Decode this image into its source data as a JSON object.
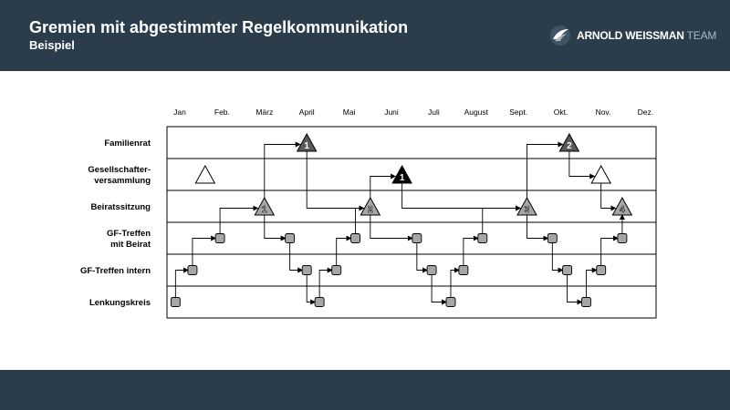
{
  "header": {
    "title": "Gremien mit abgestimmter Regelkommunikation",
    "subtitle": "Beispiel",
    "logo": {
      "name": "ARNOLD WEISSMAN",
      "suffix": "TEAM",
      "icon": "wing-logo-icon"
    }
  },
  "timeline": {
    "months": [
      "Jan",
      "Feb.",
      "März",
      "April",
      "Mai",
      "Juni",
      "Juli",
      "August",
      "Sept.",
      "Okt.",
      "Nov.",
      "Dez."
    ],
    "rows": [
      {
        "label_lines": [
          "Familienrat"
        ]
      },
      {
        "label_lines": [
          "Gesellschafter-",
          "versammlung"
        ]
      },
      {
        "label_lines": [
          "Beiratssitzung"
        ]
      },
      {
        "label_lines": [
          "GF-Treffen",
          "mit Beirat"
        ]
      },
      {
        "label_lines": [
          "GF-Treffen intern"
        ]
      },
      {
        "label_lines": [
          "Lenkungskreis"
        ]
      }
    ],
    "triangle_markers": [
      {
        "row": 1,
        "month": 0.6,
        "fill": "#ffffff",
        "number": ""
      },
      {
        "row": 2,
        "month": 2.0,
        "fill": "#a6a6a6",
        "number": "1"
      },
      {
        "row": 0,
        "month": 3.0,
        "fill": "#595959",
        "number": "1"
      },
      {
        "row": 2,
        "month": 4.5,
        "fill": "#a6a6a6",
        "number": "2"
      },
      {
        "row": 1,
        "month": 5.25,
        "fill": "#000000",
        "number": "1"
      },
      {
        "row": 2,
        "month": 8.2,
        "fill": "#a6a6a6",
        "number": "3"
      },
      {
        "row": 0,
        "month": 9.2,
        "fill": "#595959",
        "number": "2"
      },
      {
        "row": 1,
        "month": 9.95,
        "fill": "#ffffff",
        "number": ""
      },
      {
        "row": 2,
        "month": 10.45,
        "fill": "#a6a6a6",
        "number": "4"
      }
    ],
    "square_markers": [
      {
        "row": 5,
        "month": -0.1
      },
      {
        "row": 4,
        "month": 0.3
      },
      {
        "row": 3,
        "month": 0.95
      },
      {
        "row": 3,
        "month": 2.6
      },
      {
        "row": 4,
        "month": 3.0
      },
      {
        "row": 5,
        "month": 3.3
      },
      {
        "row": 4,
        "month": 3.7
      },
      {
        "row": 3,
        "month": 4.15
      },
      {
        "row": 3,
        "month": 5.6
      },
      {
        "row": 4,
        "month": 5.95
      },
      {
        "row": 5,
        "month": 6.4
      },
      {
        "row": 4,
        "month": 6.7
      },
      {
        "row": 3,
        "month": 7.15
      },
      {
        "row": 3,
        "month": 8.8
      },
      {
        "row": 4,
        "month": 9.15
      },
      {
        "row": 5,
        "month": 9.6
      },
      {
        "row": 4,
        "month": 9.95
      },
      {
        "row": 3,
        "month": 10.45
      }
    ],
    "connectors": [
      [
        "sq0",
        "sq1"
      ],
      [
        "sq1",
        "sq2"
      ],
      [
        "sq2",
        "tri1"
      ],
      [
        "tri1",
        "tri2"
      ],
      [
        "tri2",
        "tri3"
      ],
      [
        "tri1",
        "sq3"
      ],
      [
        "sq3",
        "sq4"
      ],
      [
        "sq4",
        "sq5"
      ],
      [
        "sq5",
        "sq6"
      ],
      [
        "sq6",
        "sq7"
      ],
      [
        "sq7",
        "tri3"
      ],
      [
        "tri3",
        "tri4"
      ],
      [
        "tri4",
        "tri5"
      ],
      [
        "tri3",
        "sq8"
      ],
      [
        "sq8",
        "sq9"
      ],
      [
        "sq9",
        "sq10"
      ],
      [
        "sq10",
        "sq11"
      ],
      [
        "sq11",
        "sq12"
      ],
      [
        "sq12",
        "tri5"
      ],
      [
        "tri5",
        "tri6"
      ],
      [
        "tri6",
        "tri7"
      ],
      [
        "tri7",
        "tri8"
      ],
      [
        "tri5",
        "sq13"
      ],
      [
        "sq13",
        "sq14"
      ],
      [
        "sq14",
        "sq15"
      ],
      [
        "sq15",
        "sq16"
      ],
      [
        "sq16",
        "sq17"
      ],
      [
        "sq17",
        "tri8"
      ]
    ]
  }
}
